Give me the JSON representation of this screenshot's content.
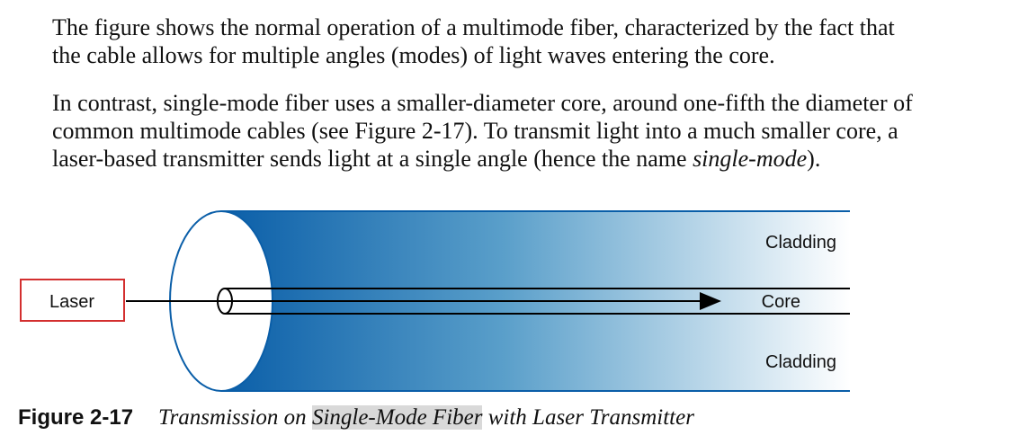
{
  "paragraphs": {
    "p1_line1": "The figure shows the normal operation of a multimode fiber, characterized by the fact that",
    "p1_line2": "the cable allows for multiple angles (modes) of light waves entering the core.",
    "p2_line1": "In contrast, single-mode fiber uses a smaller-diameter core, around one-fifth the diameter of",
    "p2_line2": "common multimode cables (see Figure 2-17). To transmit light into a much smaller core, a",
    "p2_line3_pre": "laser-based transmitter sends light at a single angle (hence the name ",
    "p2_line3_em": "single-mode",
    "p2_line3_post": ")."
  },
  "figure": {
    "laser_label": "Laser",
    "cladding_top_label": "Cladding",
    "core_label": "Core",
    "cladding_bottom_label": "Cladding",
    "colors": {
      "laser_box_border": "#d32f2f",
      "gradient_start": "#0a5ea8",
      "gradient_end": "#ffffff",
      "fiber_outline": "#0a5ea8"
    }
  },
  "caption": {
    "label": "Figure 2-17",
    "title_pre": "Transmission on ",
    "title_highlight": "Single-Mode Fiber",
    "title_post": " with Laser Transmitter"
  }
}
